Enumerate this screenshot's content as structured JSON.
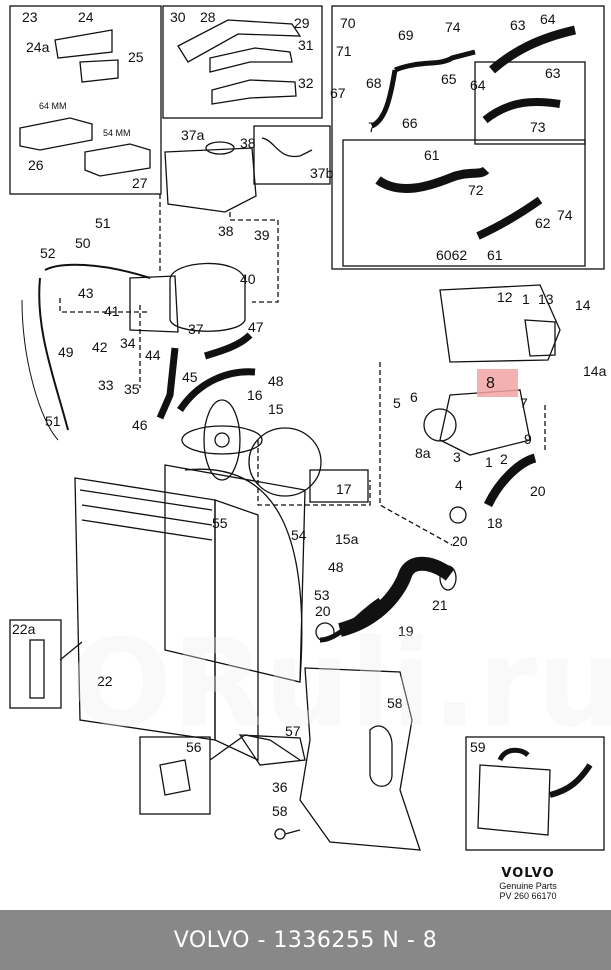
{
  "watermark": "ORuli.ru",
  "highlight_label": "8",
  "mm_labels": [
    "64 MM",
    "54 MM"
  ],
  "labels": [
    {
      "id": "l23",
      "text": "23"
    },
    {
      "id": "l24",
      "text": "24"
    },
    {
      "id": "l24a",
      "text": "24a"
    },
    {
      "id": "l25",
      "text": "25"
    },
    {
      "id": "l26",
      "text": "26"
    },
    {
      "id": "l27",
      "text": "27"
    },
    {
      "id": "l30",
      "text": "30"
    },
    {
      "id": "l28",
      "text": "28"
    },
    {
      "id": "l29",
      "text": "29"
    },
    {
      "id": "l31",
      "text": "31"
    },
    {
      "id": "l32",
      "text": "32"
    },
    {
      "id": "l37a",
      "text": "37a"
    },
    {
      "id": "l38a",
      "text": "38"
    },
    {
      "id": "l37b",
      "text": "37b"
    },
    {
      "id": "l70",
      "text": "70"
    },
    {
      "id": "l71",
      "text": "71"
    },
    {
      "id": "l69",
      "text": "69"
    },
    {
      "id": "l74a",
      "text": "74"
    },
    {
      "id": "l63a",
      "text": "63"
    },
    {
      "id": "l64a",
      "text": "64"
    },
    {
      "id": "l68",
      "text": "68"
    },
    {
      "id": "l67",
      "text": "67"
    },
    {
      "id": "l65",
      "text": "65"
    },
    {
      "id": "l64b",
      "text": "64"
    },
    {
      "id": "l63b",
      "text": "63"
    },
    {
      "id": "l7a",
      "text": "7"
    },
    {
      "id": "l66",
      "text": "66"
    },
    {
      "id": "l73",
      "text": "73"
    },
    {
      "id": "l61a",
      "text": "61"
    },
    {
      "id": "l72",
      "text": "72"
    },
    {
      "id": "l62",
      "text": "62"
    },
    {
      "id": "l74b",
      "text": "74"
    },
    {
      "id": "l6062",
      "text": "6062"
    },
    {
      "id": "l61b",
      "text": "61"
    },
    {
      "id": "l51a",
      "text": "51"
    },
    {
      "id": "l52",
      "text": "52"
    },
    {
      "id": "l50",
      "text": "50"
    },
    {
      "id": "l38b",
      "text": "38"
    },
    {
      "id": "l39",
      "text": "39"
    },
    {
      "id": "l40",
      "text": "40"
    },
    {
      "id": "l43",
      "text": "43"
    },
    {
      "id": "l41",
      "text": "41"
    },
    {
      "id": "l37",
      "text": "37"
    },
    {
      "id": "l47",
      "text": "47"
    },
    {
      "id": "l42",
      "text": "42"
    },
    {
      "id": "l49",
      "text": "49"
    },
    {
      "id": "l34",
      "text": "34"
    },
    {
      "id": "l44",
      "text": "44"
    },
    {
      "id": "l45",
      "text": "45"
    },
    {
      "id": "l48a",
      "text": "48"
    },
    {
      "id": "l33",
      "text": "33"
    },
    {
      "id": "l35",
      "text": "35"
    },
    {
      "id": "l46",
      "text": "46"
    },
    {
      "id": "l16",
      "text": "16"
    },
    {
      "id": "l15",
      "text": "15"
    },
    {
      "id": "l51b",
      "text": "51"
    },
    {
      "id": "l12",
      "text": "12"
    },
    {
      "id": "l1a",
      "text": "1"
    },
    {
      "id": "l13",
      "text": "13"
    },
    {
      "id": "l14",
      "text": "14"
    },
    {
      "id": "l14a",
      "text": "14a"
    },
    {
      "id": "l5",
      "text": "5"
    },
    {
      "id": "l6",
      "text": "6"
    },
    {
      "id": "l7b",
      "text": "7"
    },
    {
      "id": "l9",
      "text": "9"
    },
    {
      "id": "l8a",
      "text": "8a"
    },
    {
      "id": "l1b",
      "text": "1"
    },
    {
      "id": "l2",
      "text": "2"
    },
    {
      "id": "l3",
      "text": "3"
    },
    {
      "id": "l4",
      "text": "4"
    },
    {
      "id": "l20a",
      "text": "20"
    },
    {
      "id": "l17",
      "text": "17"
    },
    {
      "id": "l18",
      "text": "18"
    },
    {
      "id": "l55",
      "text": "55"
    },
    {
      "id": "l54",
      "text": "54"
    },
    {
      "id": "l15a",
      "text": "15a"
    },
    {
      "id": "l20b",
      "text": "20"
    },
    {
      "id": "l48b",
      "text": "48"
    },
    {
      "id": "l53",
      "text": "53"
    },
    {
      "id": "l21",
      "text": "21"
    },
    {
      "id": "l20c",
      "text": "20"
    },
    {
      "id": "l19",
      "text": "19"
    },
    {
      "id": "l22a",
      "text": "22a"
    },
    {
      "id": "l22",
      "text": "22"
    },
    {
      "id": "l58a",
      "text": "58"
    },
    {
      "id": "l56",
      "text": "56"
    },
    {
      "id": "l57",
      "text": "57"
    },
    {
      "id": "l36",
      "text": "36"
    },
    {
      "id": "l58b",
      "text": "58"
    },
    {
      "id": "l59",
      "text": "59"
    }
  ],
  "brand": {
    "name": "VOLVO",
    "sub": "Genuine Parts",
    "code": "PV 260  66170"
  },
  "footer": "VOLVO - 1336255      N - 8"
}
